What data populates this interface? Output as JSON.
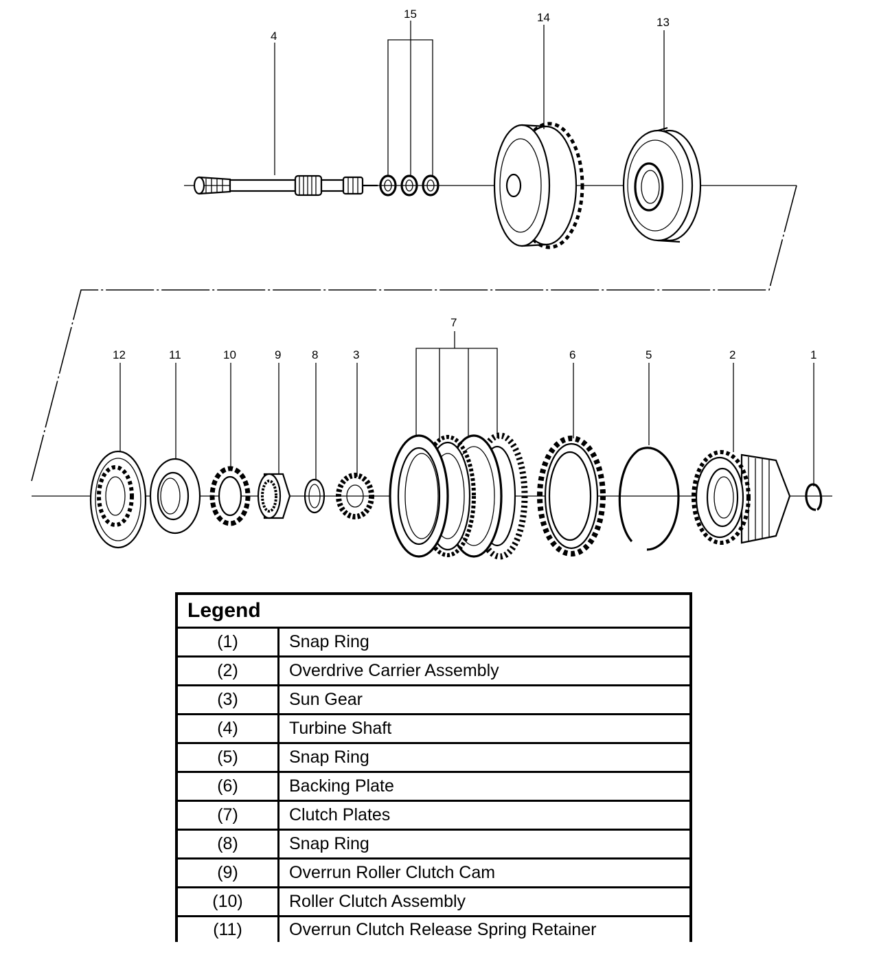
{
  "callouts": {
    "c1": "1",
    "c2": "2",
    "c3": "3",
    "c4": "4",
    "c5": "5",
    "c6": "6",
    "c7": "7",
    "c8": "8",
    "c9": "9",
    "c10": "10",
    "c11": "11",
    "c12": "12",
    "c13": "13",
    "c14": "14",
    "c15": "15"
  },
  "legend": {
    "title": "Legend",
    "rows": [
      {
        "num": "(1)",
        "desc": "Snap Ring"
      },
      {
        "num": "(2)",
        "desc": "Overdrive Carrier Assembly"
      },
      {
        "num": "(3)",
        "desc": "Sun Gear"
      },
      {
        "num": "(4)",
        "desc": "Turbine Shaft"
      },
      {
        "num": "(5)",
        "desc": "Snap Ring"
      },
      {
        "num": "(6)",
        "desc": "Backing Plate"
      },
      {
        "num": "(7)",
        "desc": "Clutch Plates"
      },
      {
        "num": "(8)",
        "desc": "Snap Ring"
      },
      {
        "num": "(9)",
        "desc": "Overrun Roller Clutch Cam"
      },
      {
        "num": "(10)",
        "desc": "Roller Clutch Assembly"
      },
      {
        "num": "(11)",
        "desc": "Overrun Clutch Release Spring Retainer"
      }
    ]
  }
}
